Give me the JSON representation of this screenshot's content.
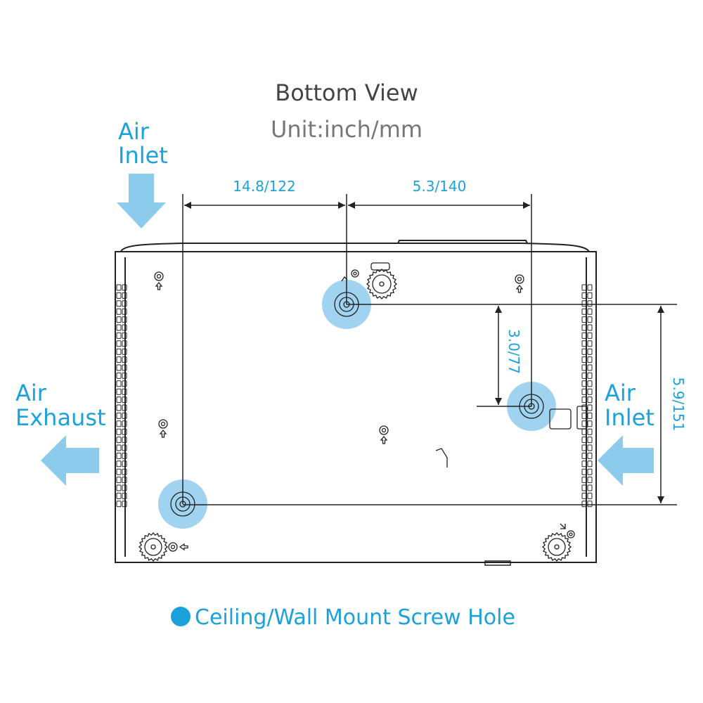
{
  "title": "Bottom View",
  "unit": "Unit:inch/mm",
  "labels": {
    "air_inlet_top": [
      "Air",
      "Inlet"
    ],
    "air_inlet_right": [
      "Air",
      "Inlet"
    ],
    "air_exhaust_left": [
      "Air",
      "Exhaust"
    ]
  },
  "dimensions": {
    "top_left": "14.8/122",
    "top_right": "5.3/140",
    "vertical_inner": "3.0/77",
    "vertical_outer": "5.9/151"
  },
  "legend": {
    "text": "Ceiling/Wall Mount Screw Hole"
  },
  "colors": {
    "accent": "#1ba1db",
    "arrow": "#8ccbec",
    "mount": "#9fd3ef",
    "title": "#444444",
    "unit": "#777777",
    "outline": "#222222"
  }
}
